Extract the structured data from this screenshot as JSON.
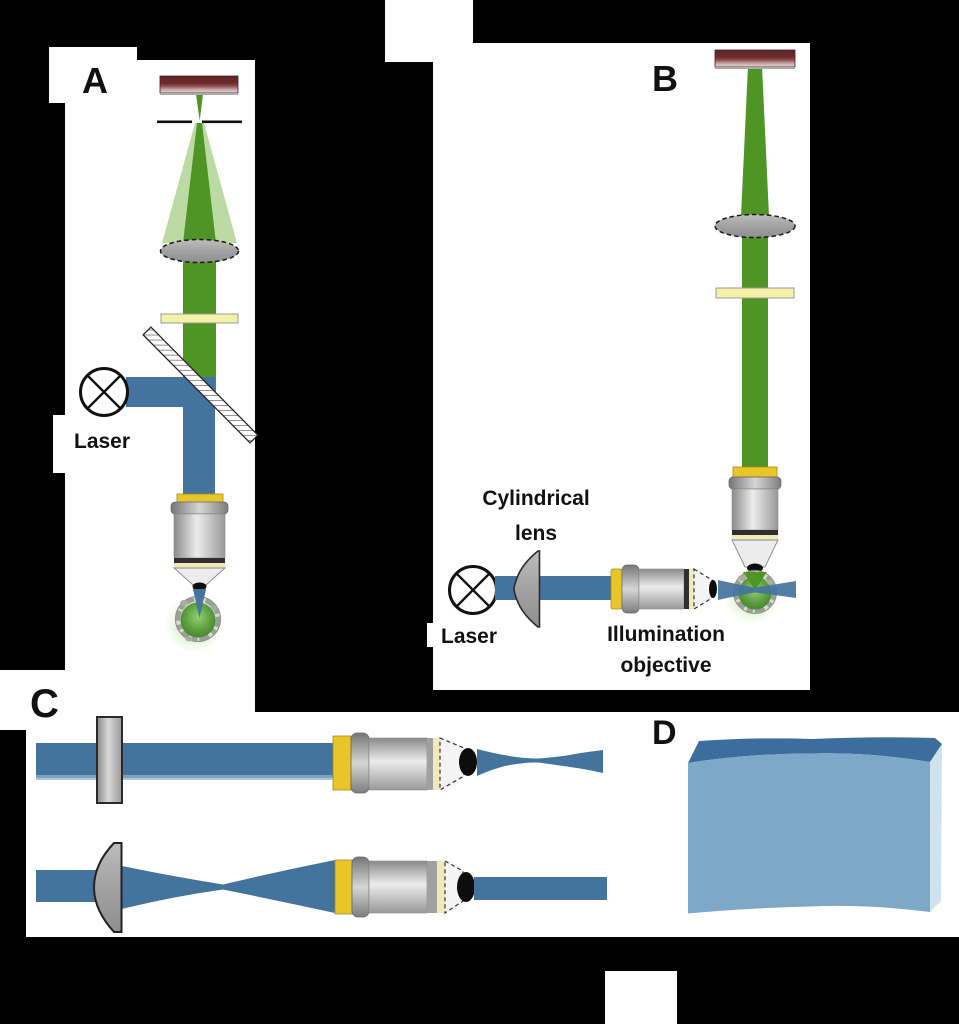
{
  "figure": {
    "description": "Light-sheet microscopy optical schematic with four panels"
  },
  "panels": {
    "a": {
      "label": "A",
      "laser_label": "Laser"
    },
    "b": {
      "label": "B",
      "laser_label": "Laser",
      "cylindrical_lens_label": {
        "line1": "Cylindrical",
        "line2": "lens"
      },
      "illumination_objective_label": {
        "line1": "Illumination",
        "line2": "objective"
      }
    },
    "c": {
      "label": "C"
    },
    "d": {
      "label": "D"
    }
  },
  "icons": {
    "laser": "circle-with-x-laser-symbol",
    "camera": "dark-red-detector-bar",
    "dichroic": "hatched-diagonal-mirror"
  },
  "colors": {
    "background": "#000000",
    "panel_white": "#ffffff",
    "beam_blue": "#44739e",
    "beam_blue_light": "#8fb2cd",
    "beam_green": "#4e9526",
    "beam_green_light": "#abd18d",
    "ring_yellow": "#e8c62a",
    "filter_yellow": "#f5f1a8",
    "camera_red": "#6e2b2d",
    "metal_gray": "#c0c0c0",
    "sheet_top": "#3c6d9c",
    "sheet_front": "#7da8c6",
    "sheet_side": "#cfe2ed",
    "sample_green": "#61a643",
    "text_black": "#111111"
  }
}
